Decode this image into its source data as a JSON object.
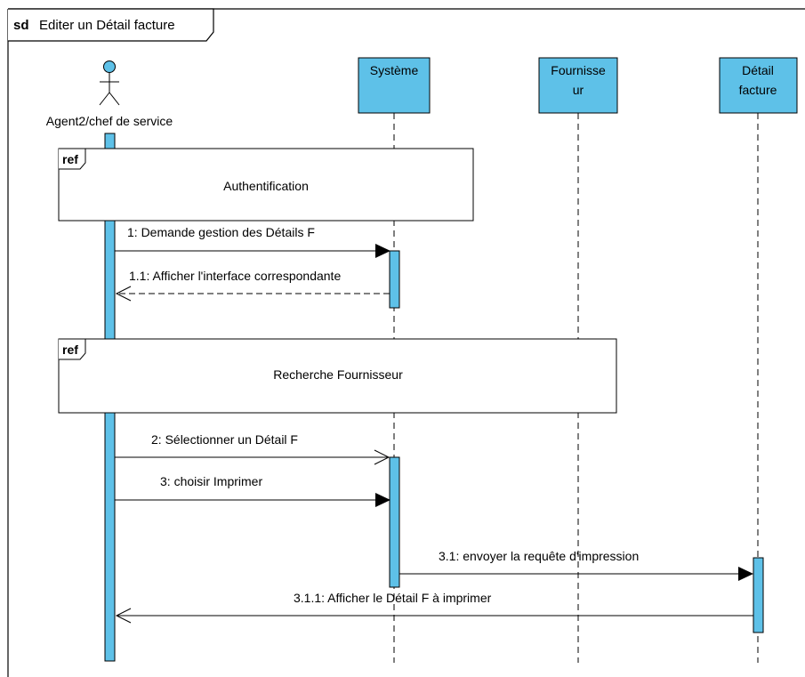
{
  "frame": {
    "keyword": "sd",
    "title": "Editer un Détail facture"
  },
  "colors": {
    "lifeline_fill": "#5ec1e8",
    "stroke": "#000000",
    "background": "#ffffff"
  },
  "actor": {
    "label": "Agent2/chef de service",
    "icon": "stick-figure-actor-icon"
  },
  "lifelines": [
    {
      "id": "systeme",
      "label_lines": [
        "Système"
      ]
    },
    {
      "id": "fournisseur",
      "label_lines": [
        "Fournisse",
        "ur"
      ]
    },
    {
      "id": "detail",
      "label_lines": [
        "Détail",
        "facture"
      ]
    }
  ],
  "fragments": [
    {
      "keyword": "ref",
      "label": "Authentification"
    },
    {
      "keyword": "ref",
      "label": "Recherche Fournisseur"
    }
  ],
  "messages": [
    {
      "label": "1: Demande gestion des Détails F",
      "from": "actor",
      "to": "systeme",
      "kind": "sync"
    },
    {
      "label": "1.1: Afficher l'interface correspondante",
      "from": "systeme",
      "to": "actor",
      "kind": "return"
    },
    {
      "label": "2: Sélectionner un Détail F",
      "from": "actor",
      "to": "systeme",
      "kind": "async"
    },
    {
      "label": "3:  choisir Imprimer",
      "from": "actor",
      "to": "systeme",
      "kind": "sync"
    },
    {
      "label": "3.1: envoyer la requête d'impression",
      "from": "systeme",
      "to": "detail",
      "kind": "sync"
    },
    {
      "label": "3.1.1: Afficher le Détail F à imprimer",
      "from": "detail",
      "to": "actor",
      "kind": "async"
    }
  ]
}
